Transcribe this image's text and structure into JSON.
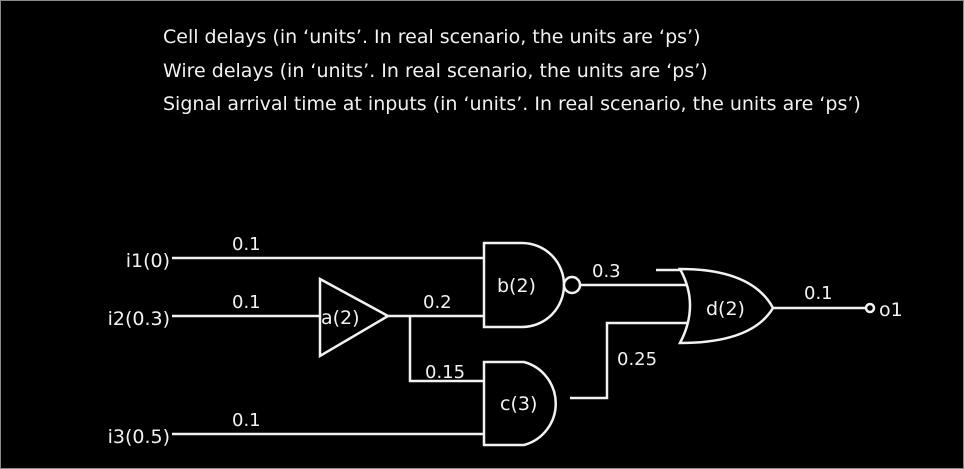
{
  "legend": [
    "Cell delays (in ‘units’. In real scenario, the units are ‘ps’)",
    "Wire delays (in ‘units’. In real scenario, the units are ‘ps’)",
    "Signal arrival time at inputs (in ‘units’. In real scenario, the units are ‘ps’)"
  ],
  "inputs": {
    "i1": "i1(0)",
    "i2": "i2(0.3)",
    "i3": "i3(0.5)"
  },
  "output": "o1",
  "gates": {
    "a": "a(2)",
    "b": "b(2)",
    "c": "c(3)",
    "d": "d(2)"
  },
  "wires": {
    "i1_b": "0.1",
    "i2_a": "0.1",
    "i3_c": "0.1",
    "a_b": "0.2",
    "a_c": "0.15",
    "b_d": "0.3",
    "c_d": "0.25",
    "d_o1": "0.1"
  },
  "colors": {
    "background": "#000000",
    "foreground": "#f2f2f2"
  }
}
